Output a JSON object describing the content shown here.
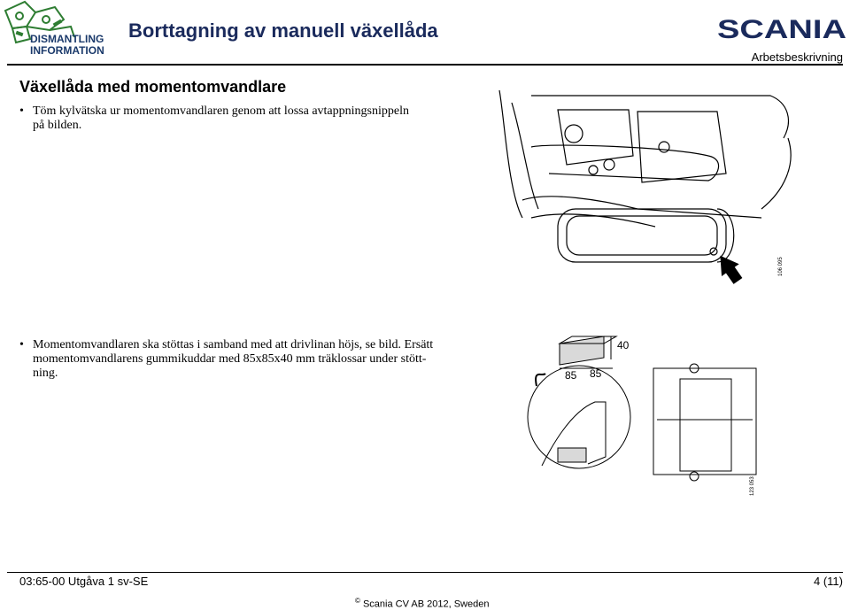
{
  "header": {
    "logo_line1": "DISMANTLING",
    "logo_line2": "INFORMATION",
    "title": "Borttagning av manuell växellåda",
    "brand": "SCANIA",
    "doc_type": "Arbetsbeskrivning"
  },
  "section": {
    "heading": "Växellåda med momentomvandlare",
    "bullets": [
      "Töm kylvätska ur momentomvandlaren genom att lossa avtappningsnippeln på bilden.",
      "Momentomvandlaren ska stöttas i samband med att drivlinan höjs, se bild. Ersätt momentomvandlarens gummikuddar med 85x85x40 mm träklossar under stött-ning."
    ]
  },
  "figures": [
    {
      "id": "106 095"
    },
    {
      "id": "123 053",
      "dim_height": "40",
      "dim_width1": "85",
      "dim_width2": "85"
    }
  ],
  "footer": {
    "doc_ref": "03:65-00 Utgåva 1  sv-SE",
    "page": "4 (11)",
    "copyright_symbol": "©",
    "copyright": "Scania CV AB 2012, Sweden"
  }
}
